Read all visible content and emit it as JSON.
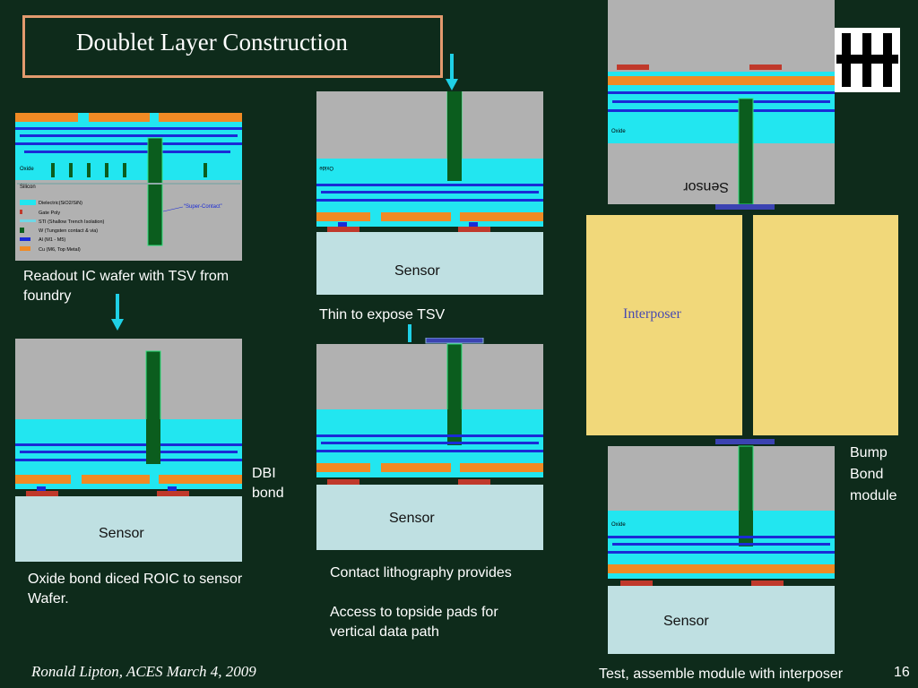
{
  "title": "Doublet Layer Construction",
  "captions": {
    "readout": "Readout IC wafer with TSV from foundry",
    "thin": "Thin to expose TSV",
    "oxide_bond": "Oxide bond diced ROIC to sensor Wafer.",
    "dbi": "DBI bond",
    "contact_line1": "Contact lithography provides",
    "contact_line2": "Access to topside pads for vertical data path",
    "bump": "Bump Bond module",
    "test": "Test, assemble module with interposer"
  },
  "sensor_label": "Sensor",
  "interposer_label": "Interposer",
  "legend": {
    "oxide": "Oxide",
    "silicon": "Silicon",
    "super_contact": "“Super-Contact”",
    "items": [
      {
        "label": "Dielectric(SiO2/SiN)",
        "color": "#22e6f0"
      },
      {
        "label": "Gate Poly",
        "color": "#c0392b"
      },
      {
        "label": "STI (Shallow Trench Isolation)",
        "color": "#6fd7e6"
      },
      {
        "label": "W (Tungsten contact & via)",
        "color": "#0b5d1e"
      },
      {
        "label": "Al (M1 - M5)",
        "color": "#1a2bd6"
      },
      {
        "label": "Cu (M6, Top Metal)",
        "color": "#f08a24"
      }
    ]
  },
  "footer": {
    "author": "Ronald Lipton, ACES March 4, 2009",
    "page": "16"
  },
  "colors": {
    "background": "#0e2b1b",
    "dielectric": "#22e6f0",
    "metal_al": "#1a2bd6",
    "metal_cu": "#f08a24",
    "tungsten": "#0b5d1e",
    "sensor": "#bfe0e2",
    "silicon": "#b1b1b1",
    "interposer": "#f1d87a",
    "title_border": "#e29a6e"
  }
}
